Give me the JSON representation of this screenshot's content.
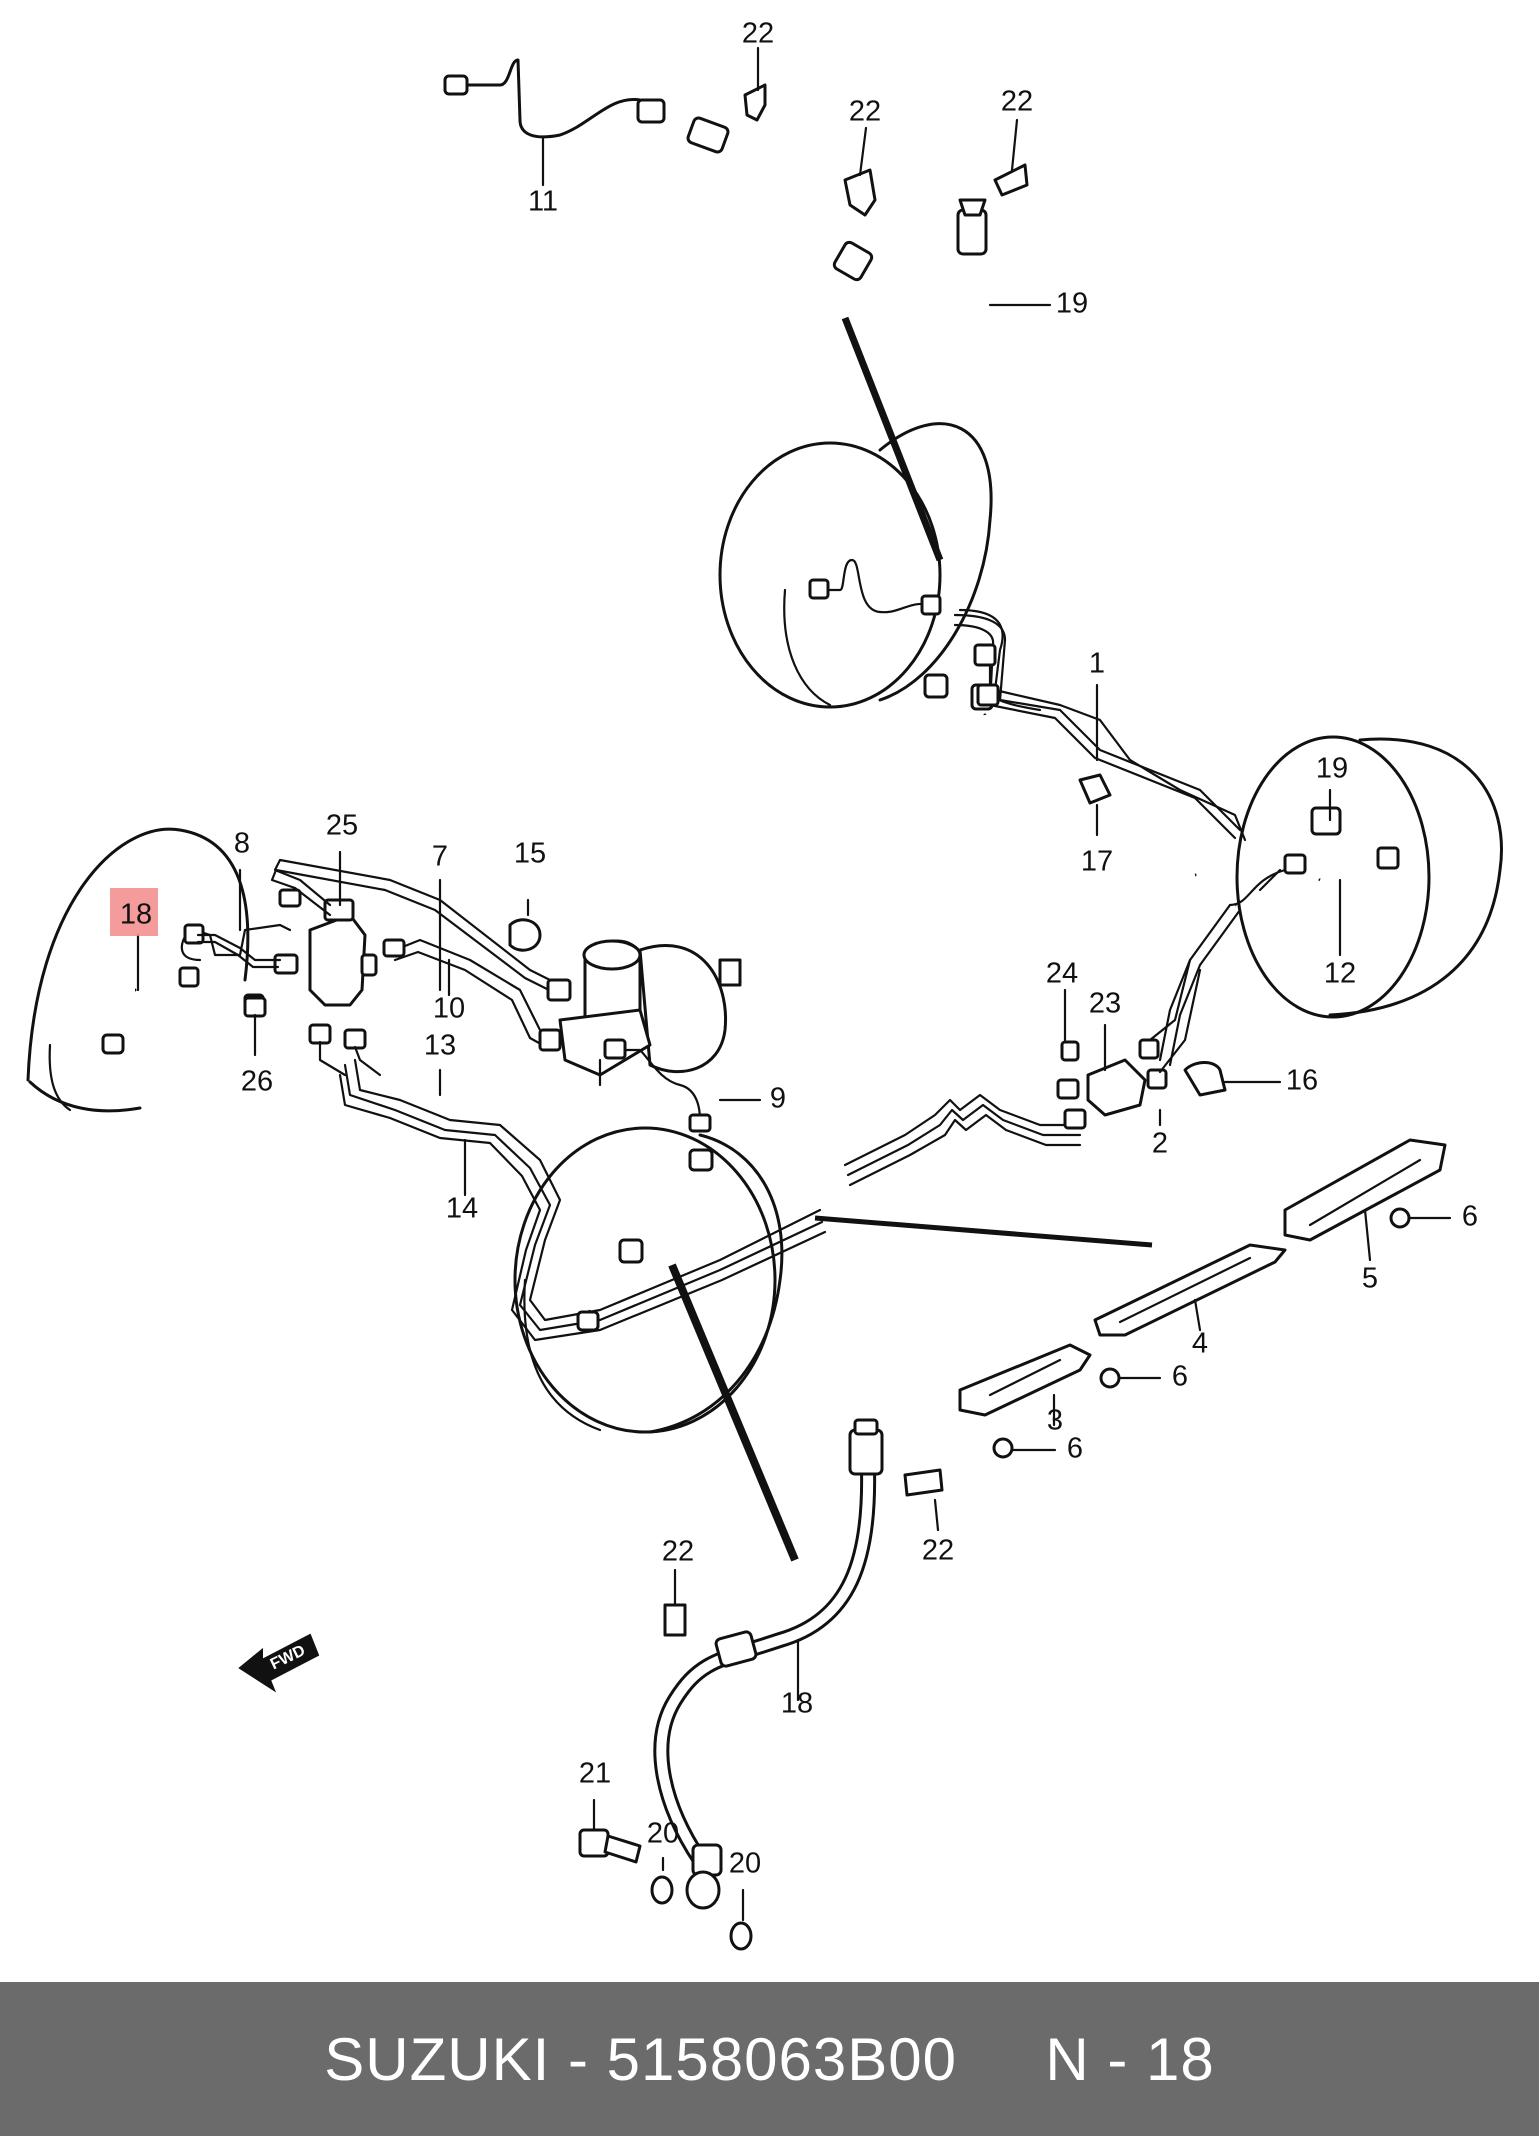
{
  "diagram": {
    "callouts": [
      {
        "id": "c1",
        "label": "1"
      },
      {
        "id": "c2",
        "label": "2"
      },
      {
        "id": "c3",
        "label": "3"
      },
      {
        "id": "c4",
        "label": "4"
      },
      {
        "id": "c5",
        "label": "5"
      },
      {
        "id": "c6a",
        "label": "6"
      },
      {
        "id": "c6b",
        "label": "6"
      },
      {
        "id": "c6c",
        "label": "6"
      },
      {
        "id": "c7",
        "label": "7"
      },
      {
        "id": "c8",
        "label": "8"
      },
      {
        "id": "c9",
        "label": "9"
      },
      {
        "id": "c10",
        "label": "10"
      },
      {
        "id": "c11",
        "label": "11"
      },
      {
        "id": "c12",
        "label": "12"
      },
      {
        "id": "c13",
        "label": "13"
      },
      {
        "id": "c14",
        "label": "14"
      },
      {
        "id": "c15",
        "label": "15"
      },
      {
        "id": "c16",
        "label": "16"
      },
      {
        "id": "c17",
        "label": "17"
      },
      {
        "id": "c18a",
        "label": "18",
        "highlighted": true
      },
      {
        "id": "c18b",
        "label": "18"
      },
      {
        "id": "c19a",
        "label": "19"
      },
      {
        "id": "c19b",
        "label": "19"
      },
      {
        "id": "c20a",
        "label": "20"
      },
      {
        "id": "c20b",
        "label": "20"
      },
      {
        "id": "c21",
        "label": "21"
      },
      {
        "id": "c22a",
        "label": "22"
      },
      {
        "id": "c22b",
        "label": "22"
      },
      {
        "id": "c22c",
        "label": "22"
      },
      {
        "id": "c22d",
        "label": "22"
      },
      {
        "id": "c22e",
        "label": "22"
      },
      {
        "id": "c23",
        "label": "23"
      },
      {
        "id": "c24",
        "label": "24"
      },
      {
        "id": "c25",
        "label": "25"
      },
      {
        "id": "c26",
        "label": "26"
      }
    ],
    "fwd_label": "FWD",
    "highlight_color": "#f28b8b"
  },
  "footer": {
    "text": "SUZUKI - 5158063B00     N - 18",
    "background": "#6b6b6b"
  }
}
